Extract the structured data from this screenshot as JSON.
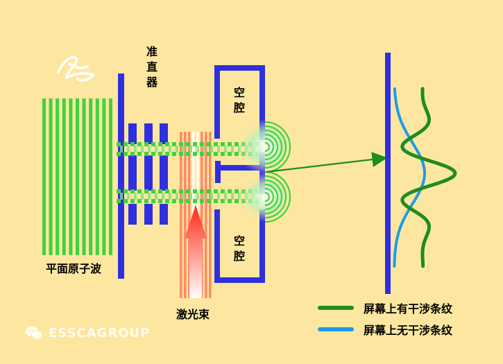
{
  "labels": {
    "plane_wave": "平面原子波",
    "collimator": "准直器",
    "cavity_top": "空腔",
    "cavity_bottom": "空腔",
    "laser_beam": "激光束"
  },
  "legend": {
    "with_fringes": "屏幕上有干涉条纹",
    "without_fringes": "屏幕上无干涉条纹"
  },
  "watermark": {
    "text": "ESSCAGROUP"
  },
  "colors": {
    "background": "#FDE7A0",
    "wave_green": "#3FD33F",
    "dark_green": "#1E8C1E",
    "wall_blue": "#2F2FE0",
    "curve_blue": "#1E9BE8",
    "laser_red": "#FF5A3C"
  },
  "icons": {
    "watermark_logo": "wechat-icon",
    "signature": "handwritten-signature"
  }
}
